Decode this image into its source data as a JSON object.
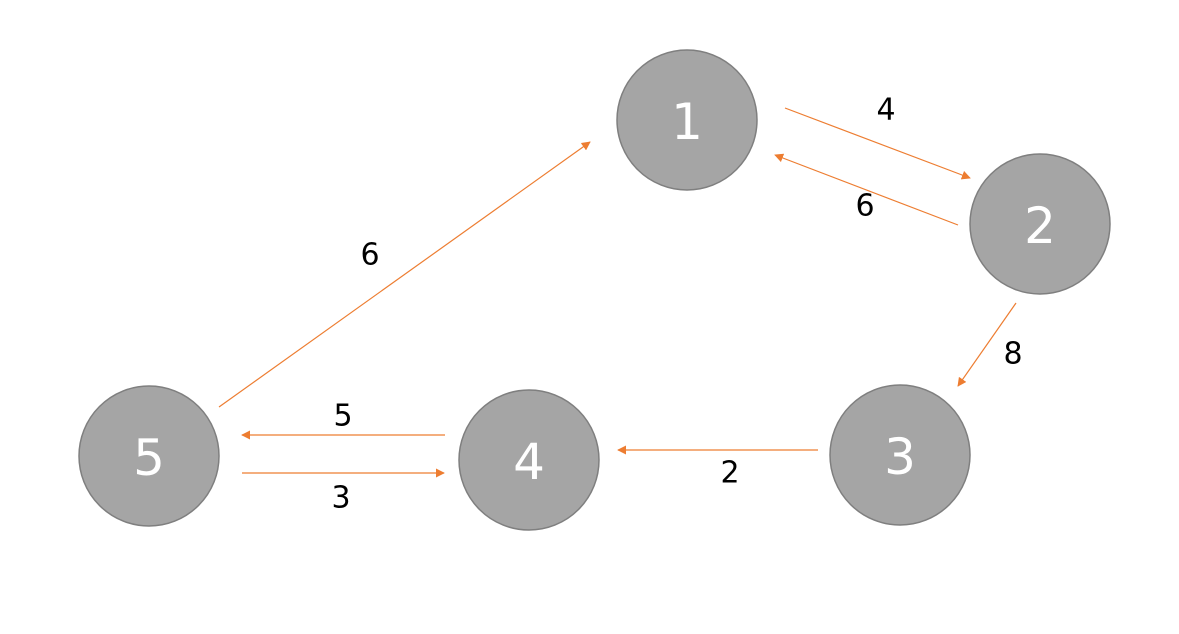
{
  "colors": {
    "node_fill": "#a5a5a5",
    "node_stroke": "#7f7f7f",
    "node_text": "#ffffff",
    "edge": "#ed7d31",
    "edge_text": "#000000"
  },
  "nodes": [
    {
      "id": "1",
      "label": "1"
    },
    {
      "id": "2",
      "label": "2"
    },
    {
      "id": "3",
      "label": "3"
    },
    {
      "id": "4",
      "label": "4"
    },
    {
      "id": "5",
      "label": "5"
    }
  ],
  "edges": [
    {
      "from": "1",
      "to": "2",
      "weight": "4"
    },
    {
      "from": "2",
      "to": "1",
      "weight": "6"
    },
    {
      "from": "2",
      "to": "3",
      "weight": "8"
    },
    {
      "from": "3",
      "to": "4",
      "weight": "2"
    },
    {
      "from": "4",
      "to": "5",
      "weight": "5"
    },
    {
      "from": "5",
      "to": "4",
      "weight": "3"
    },
    {
      "from": "5",
      "to": "1",
      "weight": "6"
    }
  ]
}
